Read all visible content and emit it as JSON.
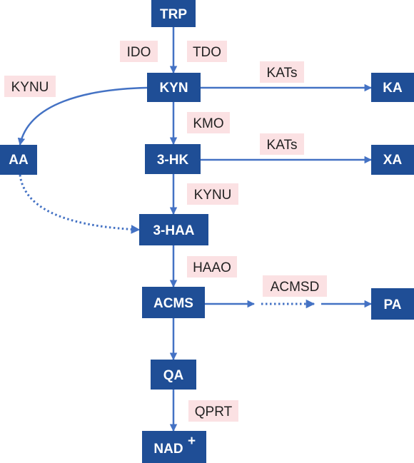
{
  "colors": {
    "node_fill": "#1f4e96",
    "node_text": "#ffffff",
    "enzyme_fill": "#fbe1e3",
    "enzyme_text": "#222222",
    "arrow": "#4472c4"
  },
  "nodes": {
    "trp": "TRP",
    "kyn": "KYN",
    "ka": "KA",
    "aa": "AA",
    "hk": "3-HK",
    "xa": "XA",
    "haa": "3-HAA",
    "acms": "ACMS",
    "pa": "PA",
    "qa": "QA",
    "nad": "NAD",
    "nad_sup": "+"
  },
  "enzymes": {
    "ido": "IDO",
    "tdo": "TDO",
    "kynu_left": "KYNU",
    "kats_top": "KATs",
    "kmo": "KMO",
    "kats_mid": "KATs",
    "kynu_mid": "KYNU",
    "haao": "HAAO",
    "acmsd": "ACMSD",
    "qprt": "QPRT"
  }
}
